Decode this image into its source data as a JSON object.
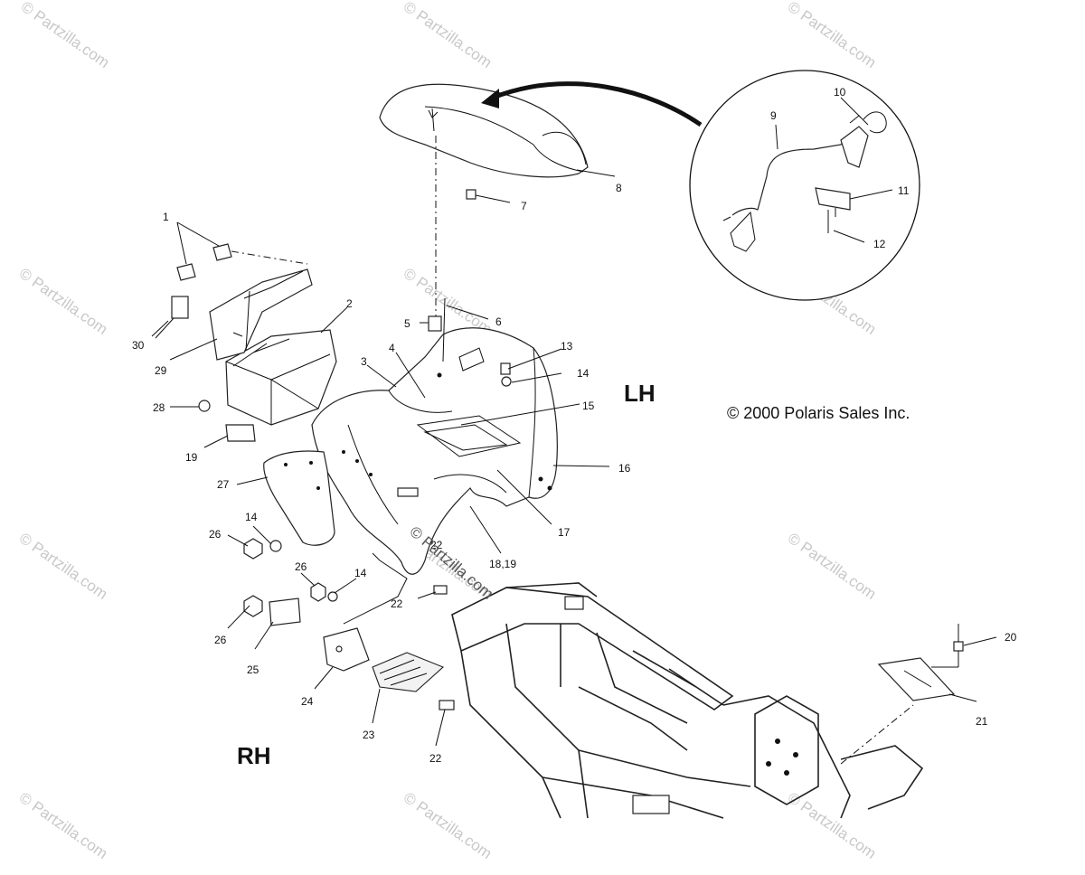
{
  "watermarks": [
    "© Partzilla.com",
    "© Partzilla.com",
    "© Partzilla.com",
    "© Partzilla.com",
    "© Partzilla.com",
    "© Partzilla.com",
    "© Partzilla.com",
    "© Partzilla.com",
    "© Partzilla.com",
    "© Partzilla.com",
    "© Partzilla.com",
    "© Partzilla.com"
  ],
  "center_watermark": "© Partzilla.com",
  "side_labels": {
    "lh": "LH",
    "rh": "RH"
  },
  "copyright": "© 2000 Polaris Sales Inc.",
  "callouts": [
    "1",
    "2",
    "3",
    "4",
    "5",
    "6",
    "7",
    "8",
    "9",
    "10",
    "11",
    "12",
    "13",
    "14",
    "14",
    "14",
    "15",
    "16",
    "17",
    "18,19",
    "19",
    "20",
    "21",
    "22",
    "22",
    "22",
    "23",
    "24",
    "25",
    "26",
    "26",
    "26",
    "27",
    "28",
    "29",
    "30"
  ]
}
